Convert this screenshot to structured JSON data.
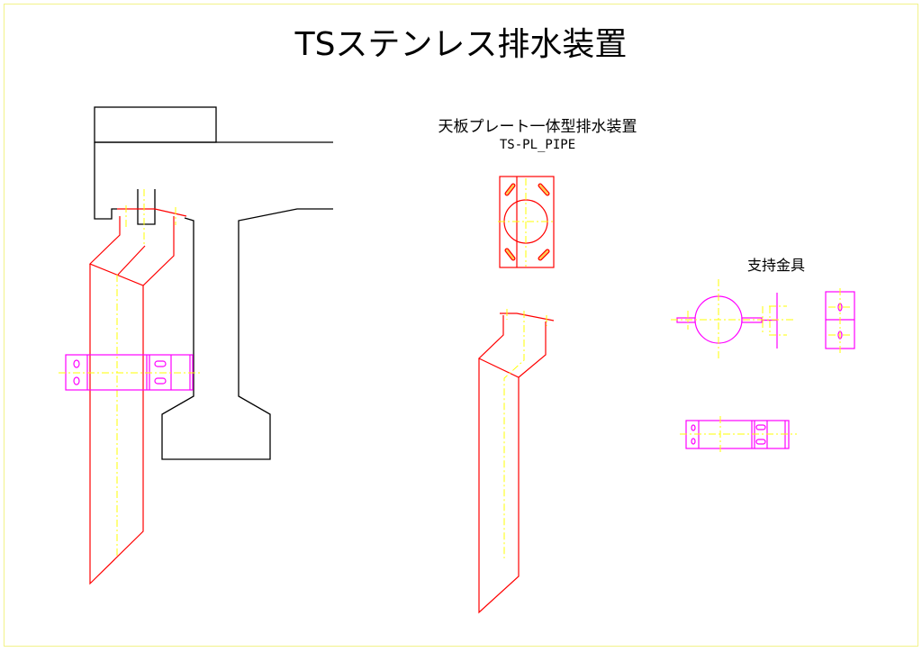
{
  "title": "TSステンレス排水装置",
  "product": {
    "name": "天板プレート一体型排水装置",
    "code": "TS-PL_PIPE"
  },
  "bracket_label": "支持金具",
  "colors": {
    "outline": "#000000",
    "drain": "#ff0000",
    "bracket": "#ff00ff",
    "centerline": "#ffff00"
  }
}
